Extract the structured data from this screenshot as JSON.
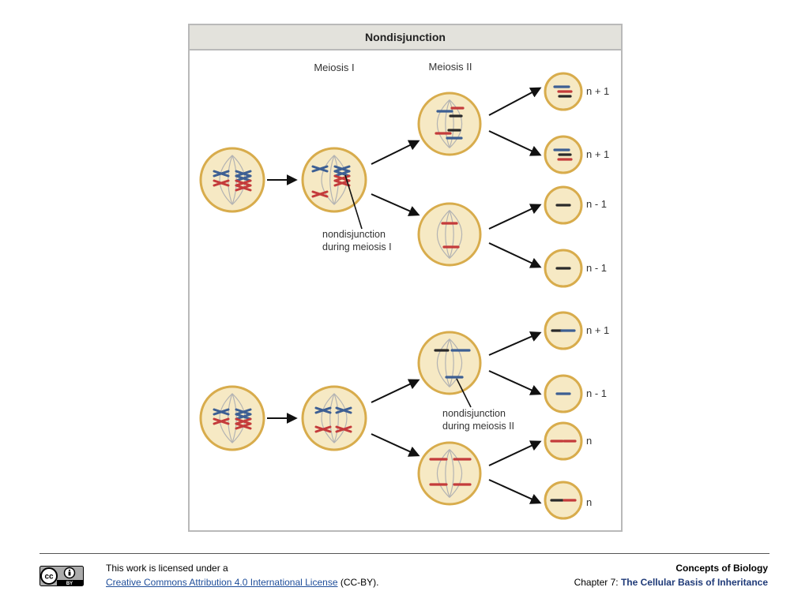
{
  "figure": {
    "title": "Nondisjunction",
    "col_meiosis1": "Meiosis I",
    "col_meiosis2": "Meiosis II",
    "annotation_meiosis1": [
      "nondisjunction",
      "during meiosis I"
    ],
    "annotation_meiosis2": [
      "nondisjunction",
      "during meiosis II"
    ],
    "top_outcomes": [
      "n + 1",
      "n + 1",
      "n - 1",
      "n - 1"
    ],
    "bottom_outcomes": [
      "n + 1",
      "n - 1",
      "n",
      "n"
    ],
    "colors": {
      "cell_fill": "#f6e9c4",
      "cell_border": "#d8ac4c",
      "spindle": "#b3b3b3",
      "chromosome_blue": "#3d5f93",
      "chromosome_red": "#c43b3b",
      "chromosome_dark": "#2a2a2a",
      "arrow": "#111111"
    }
  },
  "footer": {
    "license_prefix": "This work is licensed under a",
    "license_link": "Creative Commons Attribution 4.0 International License",
    "license_suffix": " (CC-BY).",
    "book_title": "Concepts of Biology",
    "chapter_prefix": "Chapter 7: ",
    "chapter_title": "The Cellular Basis of Inheritance",
    "badge_cc": "cc",
    "badge_by": "BY"
  }
}
